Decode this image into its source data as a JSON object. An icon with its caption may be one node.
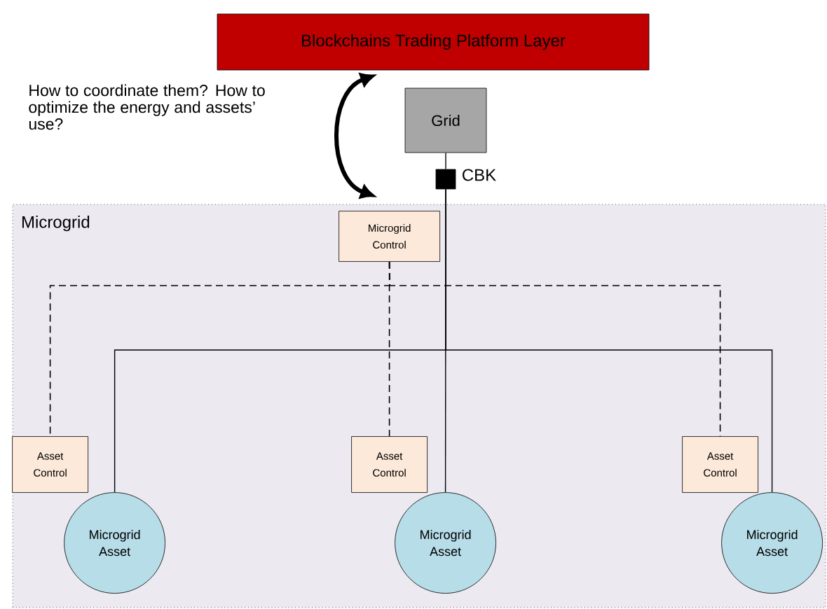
{
  "diagram": {
    "nodes": [
      {
        "text": [
          "Blockchains Trading Platform Layer"
        ]
      },
      {
        "text": [
          "Grid"
        ]
      },
      {
        "text": [],
        "shape": "box",
        "beside": [
          "CBK"
        ]
      },
      {
        "text": [
          "Microgrid"
        ]
      },
      {
        "text": [
          "Microgrid Control"
        ],
        "in": 3
      },
      {
        "text": [
          "Asset Control"
        ],
        "in": 3
      },
      {
        "text": [
          "Asset Control"
        ],
        "in": 3
      },
      {
        "text": [
          "Asset Control"
        ],
        "in": 3
      },
      {
        "text": [
          "Microgrid Asset"
        ],
        "in": 3
      },
      {
        "text": [
          "Microgrid Asset"
        ],
        "in": 3
      },
      {
        "text": [
          "Microgrid Asset"
        ],
        "in": 3
      }
    ],
    "edges": [
      {
        "from": 0,
        "to": 3,
        "arrow": "both",
        "style": "thick",
        "label": "How to coordinate them? How to optimize the energy and assets’ use?"
      },
      {
        "from": 1,
        "to": 2,
        "arrow": "none"
      },
      {
        "from": 2,
        "to": 8,
        "arrow": "none"
      },
      {
        "from": 2,
        "to": 9,
        "arrow": "none"
      },
      {
        "from": 2,
        "to": 10,
        "arrow": "none"
      },
      {
        "from": 4,
        "to": 5,
        "arrow": "none",
        "style": "dashed"
      },
      {
        "from": 4,
        "to": 6,
        "arrow": "none",
        "style": "dashed"
      },
      {
        "from": 4,
        "to": 7,
        "arrow": "none",
        "style": "dashed"
      }
    ]
  }
}
